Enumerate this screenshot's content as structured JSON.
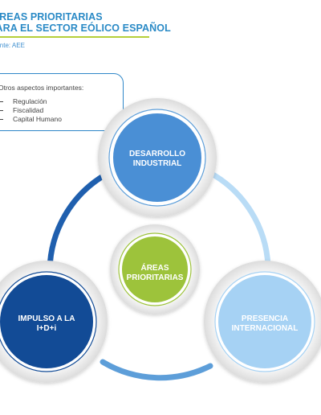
{
  "title": {
    "line1": "ÁREAS PRIORITARIAS",
    "line2": "PARA EL SECTOR EÓLICO ESPAÑOL"
  },
  "source": "Fuente: AEE",
  "aspects": {
    "heading": "Otros aspectos importantes:",
    "items": [
      "Regulación",
      "Fiscalidad",
      "Capital Humano"
    ]
  },
  "nodes": {
    "center": {
      "line1": "ÁREAS",
      "line2": "PRIORITARIAS",
      "color": "#9dc33b"
    },
    "top": {
      "line1": "DESARROLLO",
      "line2": "INDUSTRIAL",
      "color": "#4a8fd5"
    },
    "left": {
      "line1": "IMPULSO A LA",
      "line2": "I+D+i",
      "color": "#124b96"
    },
    "right": {
      "line1": "PRESENCIA",
      "line2": "INTERNACIONAL",
      "color": "#a6d2f4"
    }
  },
  "colors": {
    "ring_light": "#b9dcf6",
    "ring_mid": "#5d9ed9",
    "ring_dark": "#1f5fae",
    "title": "#2a8ac6",
    "rule": "#b5cf3a"
  }
}
